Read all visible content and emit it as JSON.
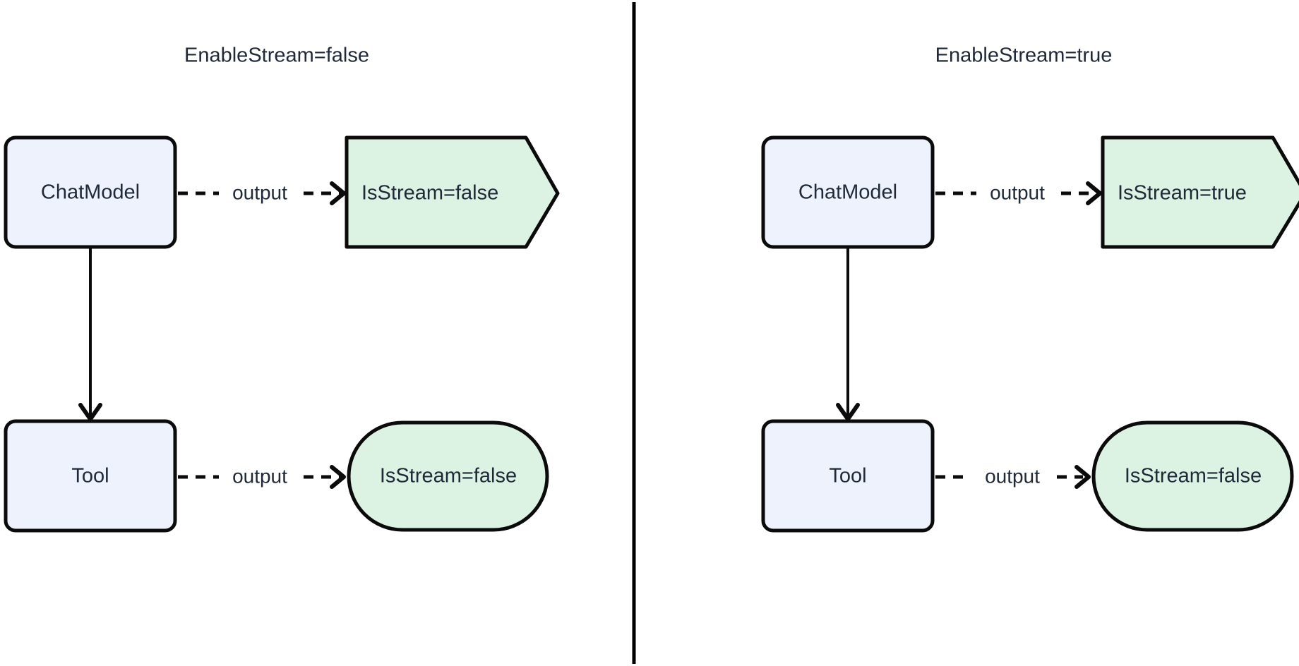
{
  "diagram": {
    "type": "flowchart-comparison",
    "background": "#ffffff",
    "palette": {
      "process_fill": "#eef2fd",
      "output_fill": "#dcf2e3",
      "stroke": "#0b0b0b",
      "text": "#1f2937",
      "divider": "#000000"
    },
    "divider_label": "vertical-separator",
    "panels": [
      {
        "id": "left",
        "title": "EnableStream=false",
        "nodes": [
          {
            "id": "chatmodel",
            "label": "ChatModel",
            "shape": "rounded-rect",
            "kind": "process"
          },
          {
            "id": "chat-output",
            "label": "IsStream=false",
            "shape": "flag-pentagon",
            "kind": "output"
          },
          {
            "id": "tool",
            "label": "Tool",
            "shape": "rounded-rect",
            "kind": "process"
          },
          {
            "id": "tool-output",
            "label": "IsStream=false",
            "shape": "stadium",
            "kind": "output"
          }
        ],
        "edges": [
          {
            "id": "chat-to-output",
            "from": "chatmodel",
            "to": "chat-output",
            "label": "output",
            "style": "dashed",
            "arrow": "open"
          },
          {
            "id": "chat-to-tool",
            "from": "chatmodel",
            "to": "tool",
            "label": "",
            "style": "solid",
            "arrow": "open"
          },
          {
            "id": "tool-to-output",
            "from": "tool",
            "to": "tool-output",
            "label": "output",
            "style": "dashed",
            "arrow": "open"
          }
        ]
      },
      {
        "id": "right",
        "title": "EnableStream=true",
        "nodes": [
          {
            "id": "chatmodel",
            "label": "ChatModel",
            "shape": "rounded-rect",
            "kind": "process"
          },
          {
            "id": "chat-output",
            "label": "IsStream=true",
            "shape": "flag-pentagon",
            "kind": "output"
          },
          {
            "id": "tool",
            "label": "Tool",
            "shape": "rounded-rect",
            "kind": "process"
          },
          {
            "id": "tool-output",
            "label": "IsStream=false",
            "shape": "stadium",
            "kind": "output"
          }
        ],
        "edges": [
          {
            "id": "chat-to-output",
            "from": "chatmodel",
            "to": "chat-output",
            "label": "output",
            "style": "dashed",
            "arrow": "open"
          },
          {
            "id": "chat-to-tool",
            "from": "chatmodel",
            "to": "tool",
            "label": "",
            "style": "solid",
            "arrow": "open"
          },
          {
            "id": "tool-to-output",
            "from": "tool",
            "to": "tool-output",
            "label": "output",
            "style": "dashed",
            "arrow": "open"
          }
        ]
      }
    ]
  }
}
